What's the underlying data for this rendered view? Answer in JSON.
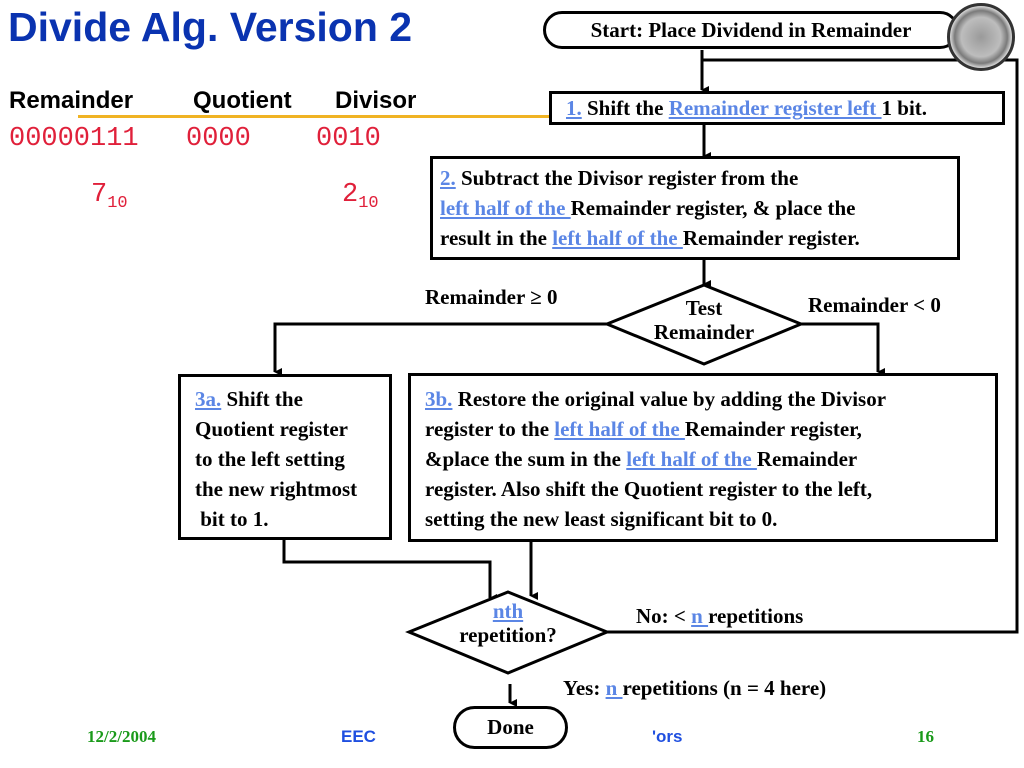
{
  "slide": {
    "title": "Divide Alg. Version 2",
    "registers": {
      "headers": [
        "Remainder",
        "Quotient",
        "Divisor"
      ],
      "values": {
        "remainder": "00000111",
        "quotient": "0000",
        "divisor": "0010"
      },
      "decimal": {
        "remainder": {
          "value": "7",
          "base": "10"
        },
        "divisor": {
          "value": "2",
          "base": "10"
        }
      }
    },
    "flowchart": {
      "start": "Start: Place Dividend in Remainder",
      "step1": {
        "num": "1.",
        "pre": " Shift the ",
        "link": "Remainder register left ",
        "post": "1 bit."
      },
      "step2": {
        "num": "2.",
        "line1": " Subtract the Divisor register from the",
        "link1": "left half of the ",
        "mid": "Remainder register, & place the",
        "pre2": "result in the ",
        "link2": "left half of the ",
        "post2": "Remainder register."
      },
      "test": {
        "line1": "Test",
        "line2": "Remainder"
      },
      "branch_ge": "Remainder ≥  0",
      "branch_lt": "Remainder < 0",
      "step3a": {
        "num": "3a.",
        "lines": [
          " Shift the",
          "Quotient register",
          "to the left setting",
          "the new rightmost",
          " bit to 1."
        ]
      },
      "step3b": {
        "num": "3b.",
        "line1": " Restore the original value by adding the Divisor",
        "pre2": "register to the ",
        "link2": "left half of the ",
        "post2": "Remainder register,",
        "pre3": "&place the sum in the ",
        "link3": "left half of the ",
        "post3": "Remainder",
        "line4": "register. Also shift the Quotient register to the left,",
        "line5": "setting the new least significant bit to 0."
      },
      "repetition": {
        "link": "nth",
        "line2": "repetition?"
      },
      "no_label": {
        "pre": "No: < ",
        "link": "n ",
        "post": "repetitions"
      },
      "yes_label": {
        "pre": "Yes: ",
        "link": "n ",
        "post": "repetitions (n = 4 here)"
      },
      "done": "Done"
    },
    "footer": {
      "date": "12/2/2004",
      "course_left": "EEC",
      "course_right": "'ors",
      "page": "16"
    },
    "colors": {
      "title": "#0a33b0",
      "register_values": "#e0203a",
      "link": "#5b86e5",
      "rule": "#f0b323",
      "footer_date": "#1a9a1a",
      "footer_course": "#1f4fe0"
    }
  }
}
